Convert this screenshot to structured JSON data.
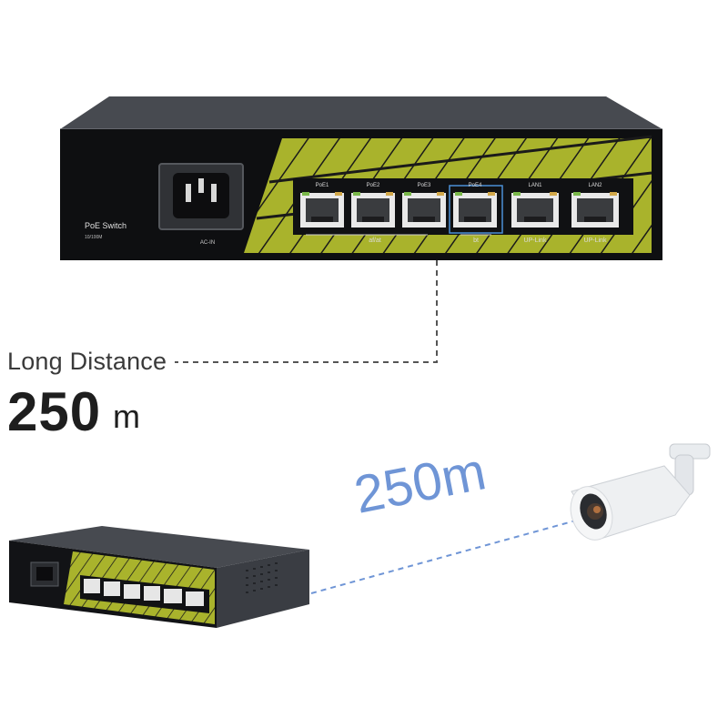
{
  "switch_front": {
    "brand_text": "PoE Switch",
    "speed_text": "10/100M",
    "power_label": "AC-IN",
    "ports": [
      {
        "label": "PoE1"
      },
      {
        "label": "PoE2"
      },
      {
        "label": "PoE3"
      },
      {
        "label": "PoE4"
      },
      {
        "label": "LAN1"
      },
      {
        "label": "LAN2"
      }
    ],
    "group_afat": "af/at",
    "group_bt": "bt",
    "group_uplink_1": "UP-Link",
    "group_uplink_2": "UP-Link"
  },
  "distance": {
    "label": "Long Distance",
    "value": "250",
    "unit": "m"
  },
  "camera_link": {
    "distance_text": "250m"
  },
  "colors": {
    "accent_green": "#a7b12b",
    "chassis": "#2e3035",
    "dash_line": "#555555",
    "link_blue": "#6f95d6"
  }
}
